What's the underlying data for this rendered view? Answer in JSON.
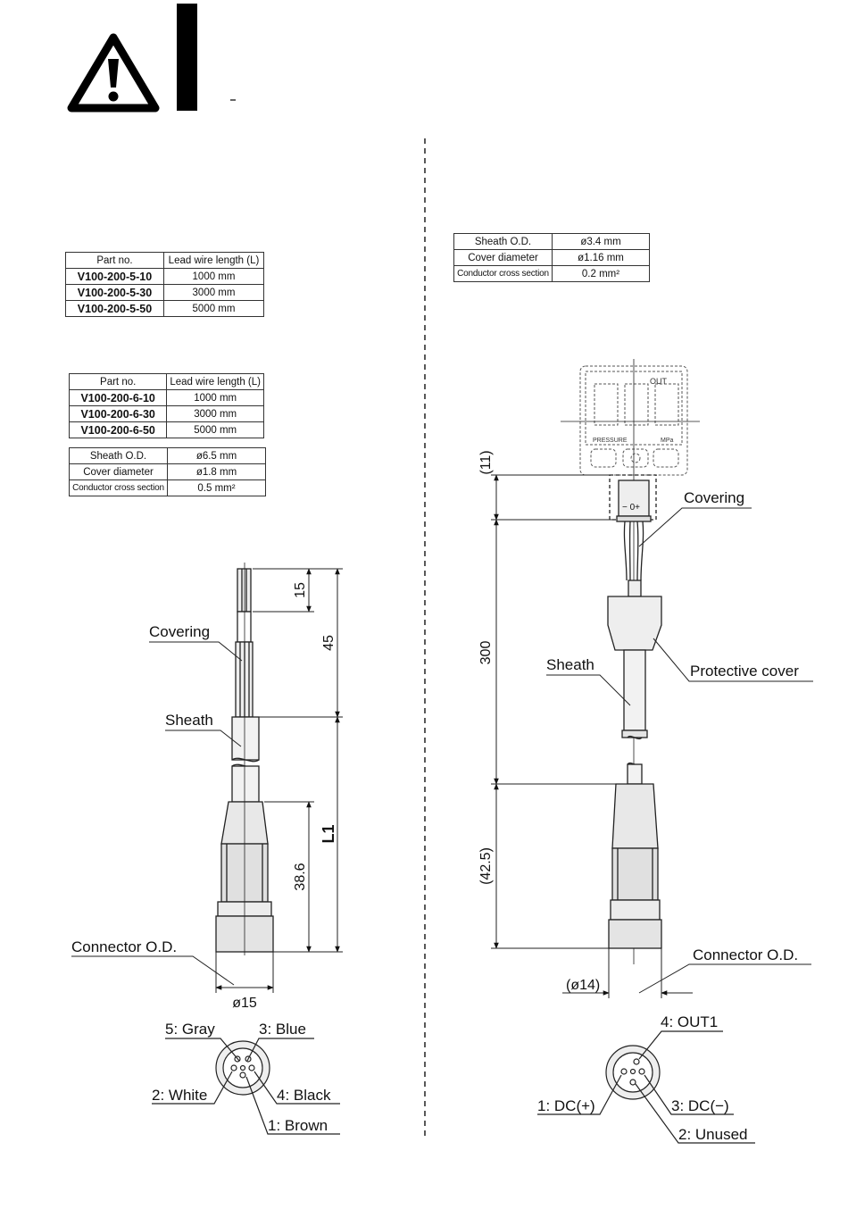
{
  "tables": {
    "v5": {
      "headers": [
        "Part no.",
        "Lead wire length (L)"
      ],
      "rows": [
        [
          "V100-200-5-10",
          "1000 mm"
        ],
        [
          "V100-200-5-30",
          "3000 mm"
        ],
        [
          "V100-200-5-50",
          "5000 mm"
        ]
      ]
    },
    "v6": {
      "headers": [
        "Part no.",
        "Lead wire length (L)"
      ],
      "rows": [
        [
          "V100-200-6-10",
          "1000 mm"
        ],
        [
          "V100-200-6-30",
          "3000 mm"
        ],
        [
          "V100-200-6-50",
          "5000 mm"
        ]
      ]
    },
    "spec_left": {
      "rows": [
        [
          "Sheath O.D.",
          "ø6.5 mm"
        ],
        [
          "Cover diameter",
          "ø1.8 mm"
        ],
        [
          "Conductor cross section",
          "0.5 mm²"
        ]
      ]
    },
    "spec_right": {
      "rows": [
        [
          "Sheath O.D.",
          "ø3.4 mm"
        ],
        [
          "Cover diameter",
          "ø1.16 mm"
        ],
        [
          "Conductor cross section",
          "0.2 mm²"
        ]
      ]
    }
  },
  "left": {
    "covering": "Covering",
    "sheath": "Sheath",
    "connector_od": "Connector O.D.",
    "dim_15": "15",
    "dim_45": "45",
    "dim_L1": "L1",
    "dim_38_6": "38.6",
    "dim_phi15": "ø15",
    "pins": {
      "p5": "5: Gray",
      "p3": "3: Blue",
      "p2": "2: White",
      "p4": "4: Black",
      "p1": "1: Brown"
    }
  },
  "right": {
    "covering": "Covering",
    "sheath": "Sheath",
    "protective_cover": "Protective cover",
    "connector_od": "Connector O.D.",
    "dim_11": "(11)",
    "dim_300": "300",
    "dim_42_5": "(42.5)",
    "dim_phi14": "(ø14)",
    "display_out": "OUT",
    "display_pressure": "PRESSURE",
    "display_unit": "MPa",
    "switch_polarity": "− 0+",
    "pins": {
      "p4": "4: OUT1",
      "p1": "1: DC(+)",
      "p3": "3: DC(−)",
      "p2": "2: Unused"
    }
  }
}
